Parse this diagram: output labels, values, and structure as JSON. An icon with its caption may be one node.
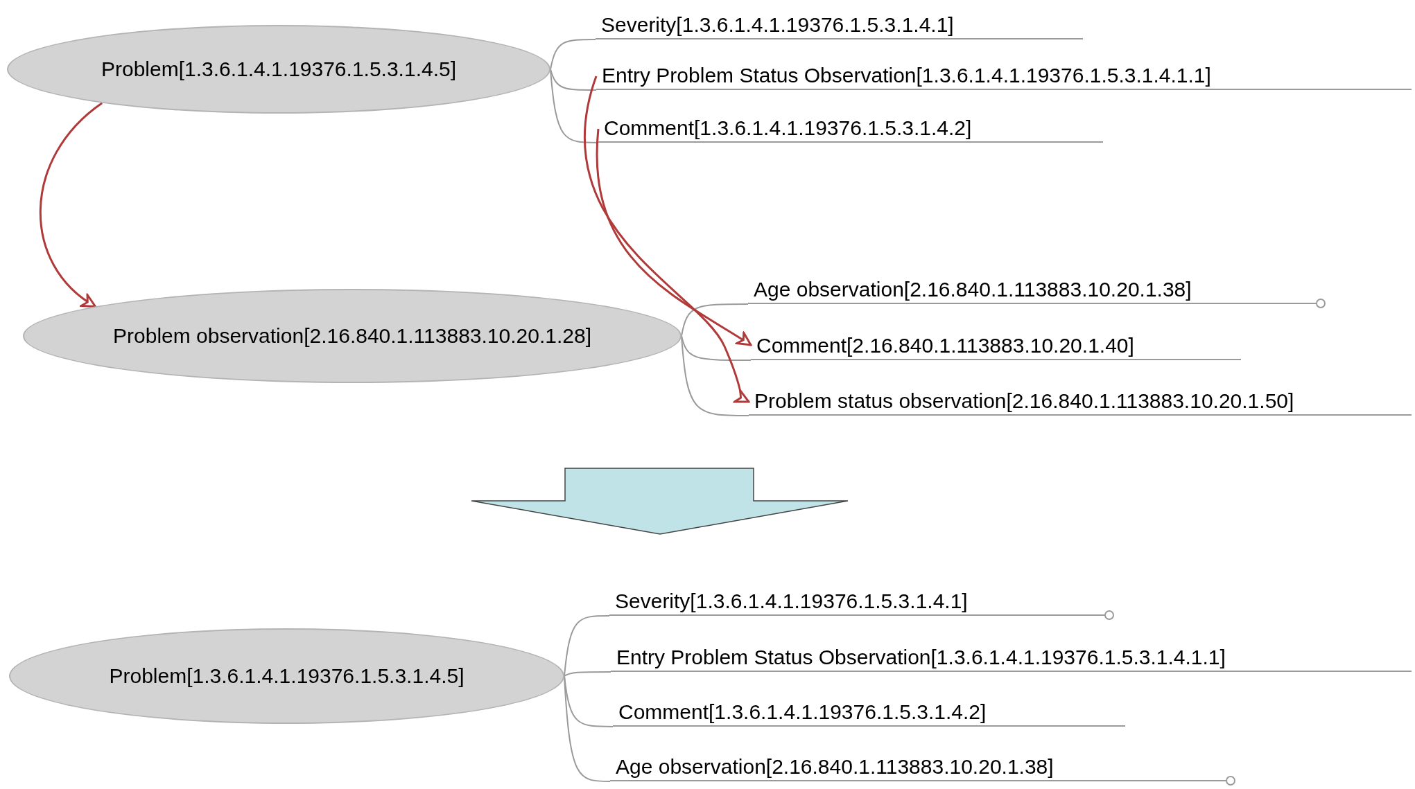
{
  "diagram": {
    "nodes": [
      {
        "text": [
          "Problem[1.3.6.1.4.1.19376.1.5.3.1.4.5]"
        ]
      },
      {
        "text": [
          "Severity[1.3.6.1.4.1.19376.1.5.3.1.4.1]"
        ]
      },
      {
        "text": [
          "Entry Problem Status Observation[1.3.6.1.4.1.19376.1.5.3.1.4.1.1]"
        ]
      },
      {
        "text": [
          "Comment[1.3.6.1.4.1.19376.1.5.3.1.4.2]"
        ]
      },
      {
        "text": [
          "Problem observation[2.16.840.1.113883.10.20.1.28]"
        ]
      },
      {
        "text": [
          "Age observation[2.16.840.1.113883.10.20.1.38]"
        ]
      },
      {
        "text": [
          "Comment[2.16.840.1.113883.10.20.1.40]"
        ]
      },
      {
        "text": [
          "Problem status observation[2.16.840.1.113883.10.20.1.50]"
        ]
      },
      {
        "text": [
          "Problem[1.3.6.1.4.1.19376.1.5.3.1.4.5]"
        ]
      },
      {
        "text": [
          "Severity[1.3.6.1.4.1.19376.1.5.3.1.4.1]"
        ]
      },
      {
        "text": [
          "Entry Problem Status Observation[1.3.6.1.4.1.19376.1.5.3.1.4.1.1]"
        ]
      },
      {
        "text": [
          "Comment[1.3.6.1.4.1.19376.1.5.3.1.4.2]"
        ]
      },
      {
        "text": [
          "Age observation[2.16.840.1.113883.10.20.1.38]"
        ]
      }
    ],
    "edges": [
      {
        "from": 0,
        "to": 1,
        "arrow": "none"
      },
      {
        "from": 0,
        "to": 2,
        "arrow": "none"
      },
      {
        "from": 0,
        "to": 3,
        "arrow": "none"
      },
      {
        "from": 4,
        "to": 5,
        "arrow": "none"
      },
      {
        "from": 4,
        "to": 6,
        "arrow": "none"
      },
      {
        "from": 4,
        "to": 7,
        "arrow": "none"
      },
      {
        "from": 0,
        "to": 4,
        "arrow": "to",
        "color": "#b03a3a"
      },
      {
        "from": 3,
        "to": 6,
        "arrow": "to",
        "color": "#b03a3a"
      },
      {
        "from": 2,
        "to": 7,
        "arrow": "to",
        "color": "#b03a3a"
      },
      {
        "from": 8,
        "to": 9,
        "arrow": "none"
      },
      {
        "from": 8,
        "to": 10,
        "arrow": "none"
      },
      {
        "from": 8,
        "to": 11,
        "arrow": "none"
      },
      {
        "from": 8,
        "to": 12,
        "arrow": "none"
      }
    ]
  }
}
